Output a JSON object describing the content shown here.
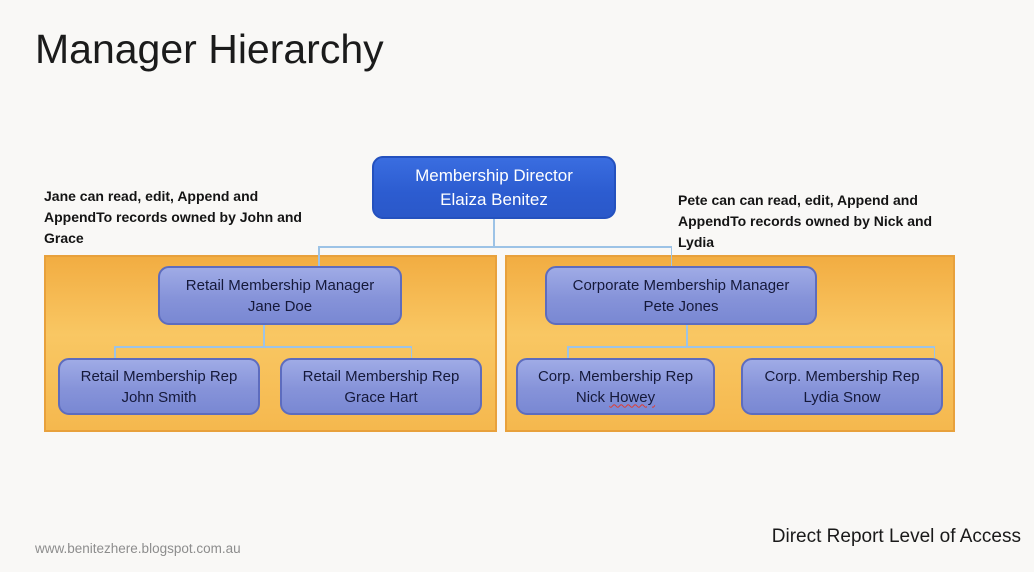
{
  "slide": {
    "title": "Manager Hierarchy",
    "footer_url": "www.benitezhere.blogspot.com.au",
    "caption": "Direct Report Level of Access"
  },
  "annotations": {
    "left": "Jane can read, edit, Append and AppendTo records owned by John and Grace",
    "right": "Pete can can read, edit, Append and AppendTo records owned by Nick and Lydia"
  },
  "org": {
    "director": {
      "title": "Membership Director",
      "name": "Elaiza Benitez"
    },
    "retail": {
      "manager": {
        "title": "Retail Membership Manager",
        "name": "Jane Doe"
      },
      "rep1": {
        "title": "Retail Membership Rep",
        "name": "John Smith"
      },
      "rep2": {
        "title": "Retail Membership Rep",
        "name": "Grace Hart"
      }
    },
    "corporate": {
      "manager": {
        "title": "Corporate Membership Manager",
        "name": "Pete Jones"
      },
      "rep1": {
        "title": "Corp. Membership Rep",
        "name_part1": "Nick",
        "name_misspelled": "Howey"
      },
      "rep2": {
        "title": "Corp. Membership Rep",
        "name": "Lydia Snow"
      }
    }
  },
  "colors": {
    "director_fill": "#2c5cd0",
    "director_border": "#2451be",
    "member_fill": "#8693d9",
    "member_border": "#5d6cbe",
    "panel_fill": "#f6b84e",
    "panel_border": "#e8a13c",
    "connector": "#9dc3e6",
    "spellcheck_red": "#e03c31",
    "footer_gray": "#8d8d8d",
    "text_dark": "#15193a"
  }
}
